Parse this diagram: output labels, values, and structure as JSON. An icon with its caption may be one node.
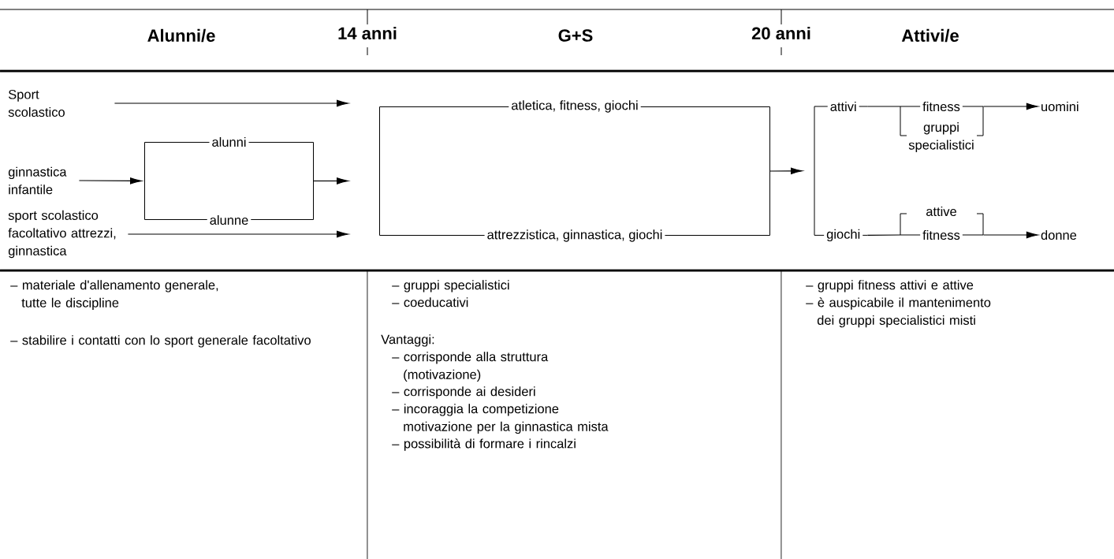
{
  "diagram": {
    "nodes": [
      {
        "text": [
          "Sport scolastico"
        ]
      },
      {
        "text": [
          "ginnastica infantile"
        ]
      },
      {
        "text": [
          "sport scolastico facoltativo attrezzi, ginnastica"
        ]
      },
      {
        "text": [
          "alunni",
          "alunne"
        ]
      },
      {
        "text": [
          "atletica, fitness, giochi",
          "attrezzistica, ginnastica, giochi"
        ]
      },
      {
        "text": [
          "attivi",
          "giochi"
        ]
      },
      {
        "text": [
          "fitness",
          "gruppi specialistici"
        ]
      },
      {
        "text": [
          "uomini"
        ]
      },
      {
        "text": [
          "attive",
          "fitness"
        ]
      },
      {
        "text": [
          "donne"
        ]
      }
    ],
    "edges": [
      {
        "from": 0,
        "to": null,
        "arrow": "to"
      },
      {
        "from": 1,
        "to": 3,
        "arrow": "to"
      },
      {
        "from": 3,
        "to": null,
        "arrow": "to"
      },
      {
        "from": 2,
        "to": null,
        "arrow": "to"
      },
      {
        "from": 4,
        "to": 5,
        "arrow": "to"
      },
      {
        "from": 5,
        "to": 6,
        "arrow": "none"
      },
      {
        "from": 6,
        "to": 7,
        "arrow": "to"
      },
      {
        "from": 5,
        "to": 8,
        "arrow": "none"
      },
      {
        "from": 8,
        "to": 9,
        "arrow": "to"
      }
    ],
    "labels": [
      "Alunni/e",
      "14 anni",
      "G+S",
      "20 anni",
      "Attivi/e",
      "– materiale d'allenamento generale, tutte le discipline",
      "– stabilire i contatti con lo sport generale facoltativo",
      "– gruppi specialistici",
      "– coeducativi",
      "Vantaggi:",
      "– corrisponde alla struttura (motivazione)",
      "– corrisponde ai desideri",
      "– incoraggia la competizione motivazione per la ginnastica mista",
      "– possibilità di formare i rincalzi",
      "– gruppi fitness attivi e attive",
      "– è auspicabile il mantenimento dei gruppi specialistici misti"
    ]
  }
}
